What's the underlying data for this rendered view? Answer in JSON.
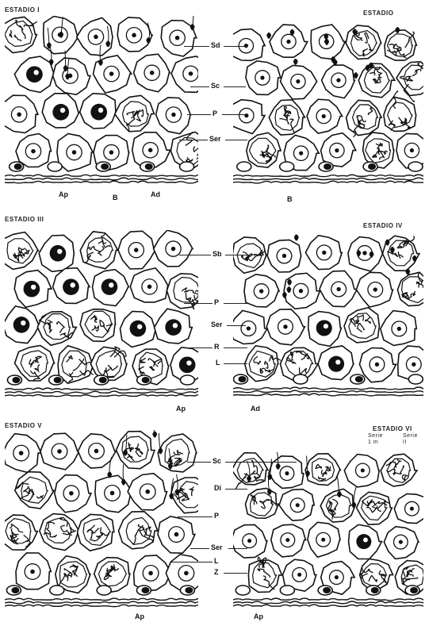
{
  "stages": [
    {
      "title": "ESTADIO I"
    },
    {
      "title": "ESTADIO"
    },
    {
      "title": "ESTADIO III"
    },
    {
      "title": "ESTADIO IV"
    },
    {
      "title": "ESTADIO V"
    },
    {
      "title": "ESTADIO VI",
      "subtitle_left": "Serie\n1 m",
      "subtitle_right": "Serie\nII"
    }
  ],
  "center_labels": {
    "row1": [
      "Sd",
      "Sc",
      "P",
      "Ser"
    ],
    "row2": [
      "Sb",
      "P",
      "Ser",
      "R",
      "L"
    ],
    "row3": [
      "Sc",
      "Di",
      "P",
      "Ser",
      "L",
      "Z"
    ]
  },
  "bottom_labels": {
    "row1_left": [
      "Ap",
      "B",
      "Ad"
    ],
    "row1_right": [
      "B"
    ],
    "row2_left": [
      "Ap"
    ],
    "row2_right": [
      "Ad"
    ],
    "row3_left": [
      "Ap"
    ],
    "row3_right": [
      "Ap"
    ]
  },
  "colors": {
    "ink": "#111111",
    "paper": "#ffffff"
  }
}
